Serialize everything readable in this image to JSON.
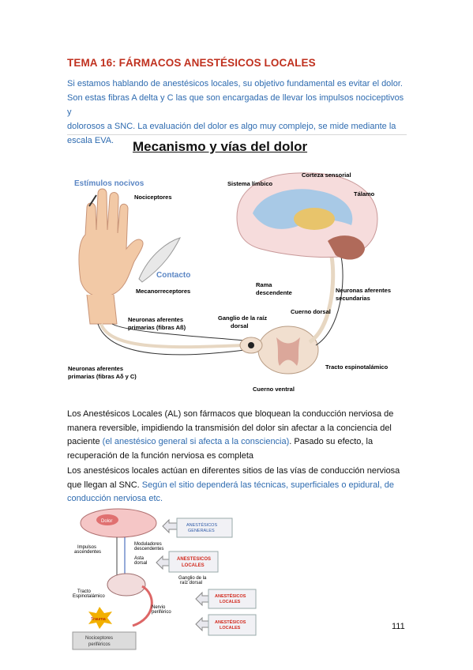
{
  "heading": "TEMA 16: FÁRMACOS ANESTÉSICOS LOCALES",
  "intro": {
    "line1": "Si estamos hablando de anestésicos locales, su objetivo fundamental es evitar el dolor.",
    "line2": "Son estas fibras A delta y C las que son encargadas de llevar los impulsos nociceptivos y",
    "line3": "dolorosos a SNC.  La evaluación del dolor es algo muy complejo, se mide mediante la",
    "line4": "escala EVA."
  },
  "figure1": {
    "title": "Mecanismo y vías del dolor",
    "labels": {
      "estimulos": "Estímulos nocivos",
      "nociceptores": "Nociceptores",
      "contacto": "Contacto",
      "mecano": "Mecanorreceptores",
      "neur_aff_prim_1": "Neuronas aferentes",
      "neur_aff_prim_2": "primarias (fibras Aß)",
      "neur_aff_prim_c_1": "Neuronas aferentes",
      "neur_aff_prim_c_2": "primarias (fibras Aδ y C)",
      "ganglio_1": "Ganglio de la raíz",
      "ganglio_2": "dorsal",
      "sistema_limbico": "Sistema límbico",
      "corteza": "Corteza sensorial",
      "talamo": "Tálamo",
      "rama_1": "Rama",
      "rama_2": "descendente",
      "neur_sec_1": "Neuronas aferentes",
      "neur_sec_2": "secundarias",
      "cuerno_dorsal": "Cuerno dorsal",
      "tracto": "Tracto espinotalámico",
      "cuerno_ventral": "Cuerno ventral"
    }
  },
  "para1": {
    "line1": "Los Anestésicos Locales (AL) son fármacos que bloquean la conducción nerviosa de",
    "line2": "manera reversible, impidiendo la transmisión del dolor sin afectar a la conciencia del",
    "line3a": "paciente ",
    "line3b": "(el anestésico general si afecta a la consciencia)",
    "line3c": ". Pasado su efecto, la",
    "line4": "recuperación de la función nerviosa es completa"
  },
  "para2": {
    "line1": "Los anestésicos locales actúan en diferentes sitios de las vías de conducción nerviosa",
    "line2a": "que llegan al SNC. ",
    "line2b": "Según el sitio dependerá las técnicas, superficiales o epidural, de",
    "line3": "conducción nerviosa etc."
  },
  "figure2": {
    "dolor": "Dolor",
    "impulsos_1": "Impulsos",
    "impulsos_2": "ascendentes",
    "moduladores_1": "Moduladores",
    "moduladores_2": "descendentes",
    "asta_1": "Asta",
    "asta_2": "dorsal",
    "ganglio_1": "Ganglio de la",
    "ganglio_2": "raíz dorsal",
    "tracto_1": "Tracto",
    "tracto_2": "Espinotalámico",
    "nervio_1": "Nervio",
    "nervio_2": "periférico",
    "trauma": "Trauma",
    "box_general_1": "ANESTÉSICOS",
    "box_general_2": "GENERALES",
    "box_local_a_1": "ANESTESICOS",
    "box_local_a_2": "LOCALES",
    "box_local_b_1": "ANESTÉSICOS",
    "box_local_b_2": "LOCALES",
    "box_local_c_1": "ANESTÉSICOS",
    "box_local_c_2": "LOCALES",
    "nociceptores_1": "Nociceptores",
    "nociceptores_2": "periféricos"
  },
  "page_number": "111",
  "colors": {
    "heading": "#c0311f",
    "blue_text": "#2e6bb0",
    "local_anesthetic": "#d22a1e"
  }
}
